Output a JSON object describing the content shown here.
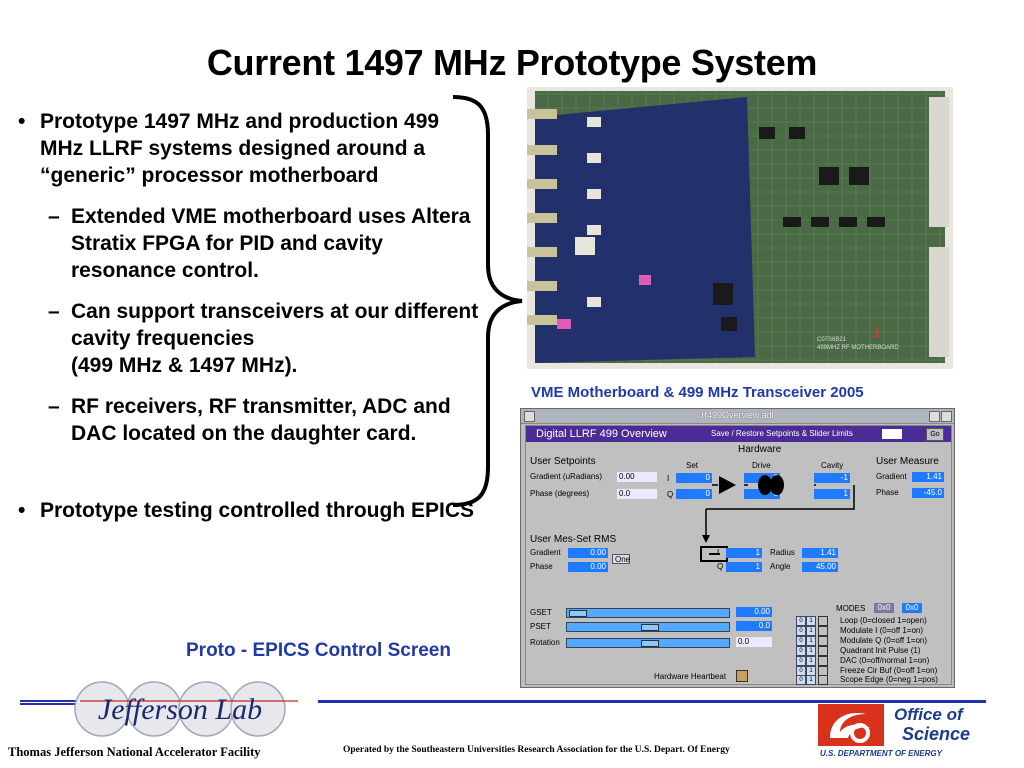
{
  "slide": {
    "title": "Current 1497 MHz Prototype System"
  },
  "bullets": {
    "b1": "Prototype 1497 MHz and production 499 MHz LLRF systems designed around a “generic” processor motherboard",
    "sub1": "Extended VME motherboard uses Altera Stratix FPGA for PID and cavity resonance control.",
    "sub2_line1": "Can support transceivers at our different cavity frequencies",
    "sub2_line2": "(499 MHz & 1497 MHz).",
    "sub3": "RF receivers, RF transmitter, ADC and DAC located on the daughter card.",
    "b2": "Prototype testing controlled through EPICS",
    "bullet_char": "•",
    "dash_char": "–"
  },
  "captions": {
    "board": "VME Motherboard & 499 MHz Transceiver 2005",
    "screen": "Proto - EPICS Control Screen"
  },
  "board_labels": {
    "l1": "C07S6B21",
    "l2": "499MHZ RF MOTHERBOARD",
    "num": "1"
  },
  "epics": {
    "window_title": "rf499Overview.adl",
    "header_title": "Digital LLRF 499 Overview",
    "header_action": "Save / Restore Setpoints & Slider Limits",
    "header_btn": "Go",
    "user_setpoints": "User Setpoints",
    "gradient_label": "Gradient (uRadians)",
    "gradient_val": "0.00",
    "phase_label": "Phase (degrees)",
    "phase_val": "0.0",
    "hardware": "Hardware",
    "set": "Set",
    "drive": "Drive",
    "cavity": "Cavity",
    "i": "I",
    "q": "Q",
    "set_i": "0",
    "set_q": "0",
    "drive_i": "0",
    "drive_q": "0",
    "cav_i": "-1",
    "cav_q": "1",
    "user_measure": "User Measure",
    "um_gradient": "Gradient",
    "um_gradient_val": "1.41",
    "um_phase": "Phase",
    "um_phase_val": "-45.0",
    "mes_set": "User Mes-Set RMS",
    "ms_gradient": "Gradient",
    "ms_gradient_val": "0.00",
    "ms_phase": "Phase",
    "ms_phase_val": "0.00",
    "one_btn": "One",
    "i_val": "1",
    "q_val": "1",
    "radius": "Radius",
    "radius_val": "1.41",
    "angle": "Angle",
    "angle_val": "45.00",
    "gset": "GSET",
    "gset_val": "0.00",
    "pset": "PSET",
    "pset_val": "0.0",
    "rotation": "Rotation",
    "rotation_val": "0.0",
    "modes": "MODES",
    "mode_btn1": "0x0",
    "mode_btn2": "0x0",
    "mode_on": "1",
    "mode_off": "0",
    "mode1": "Loop (0=closed 1=open)",
    "mode2": "Modulate I (0=off 1=on)",
    "mode3": "Modulate Q (0=off 1=on)",
    "mode4": "Quadrant Init Pulse (1)",
    "mode5": "DAC (0=off/normal 1=on)",
    "mode6": "Freeze Cir Buf (0=off 1=on)",
    "mode7": "Scope Edge (0=neg 1=pos)",
    "heartbeat": "Hardware Heartbeat"
  },
  "footer": {
    "lab_name": "Thomas Jefferson National Accelerator Facility",
    "operated": "Operated by the Southeastern Universities Research Association for the U.S. Depart. Of Energy",
    "logo_text": "Jefferson Lab",
    "oos1": "Office of",
    "oos2": "Science",
    "oos3": "U.S. DEPARTMENT OF ENERGY"
  },
  "colors": {
    "caption_blue": "#1f3aa7",
    "epics_header": "#4b2c97",
    "epics_field": "#1e7bff",
    "oos_red": "#d8311c",
    "oos_blue": "#1b3c8c"
  }
}
